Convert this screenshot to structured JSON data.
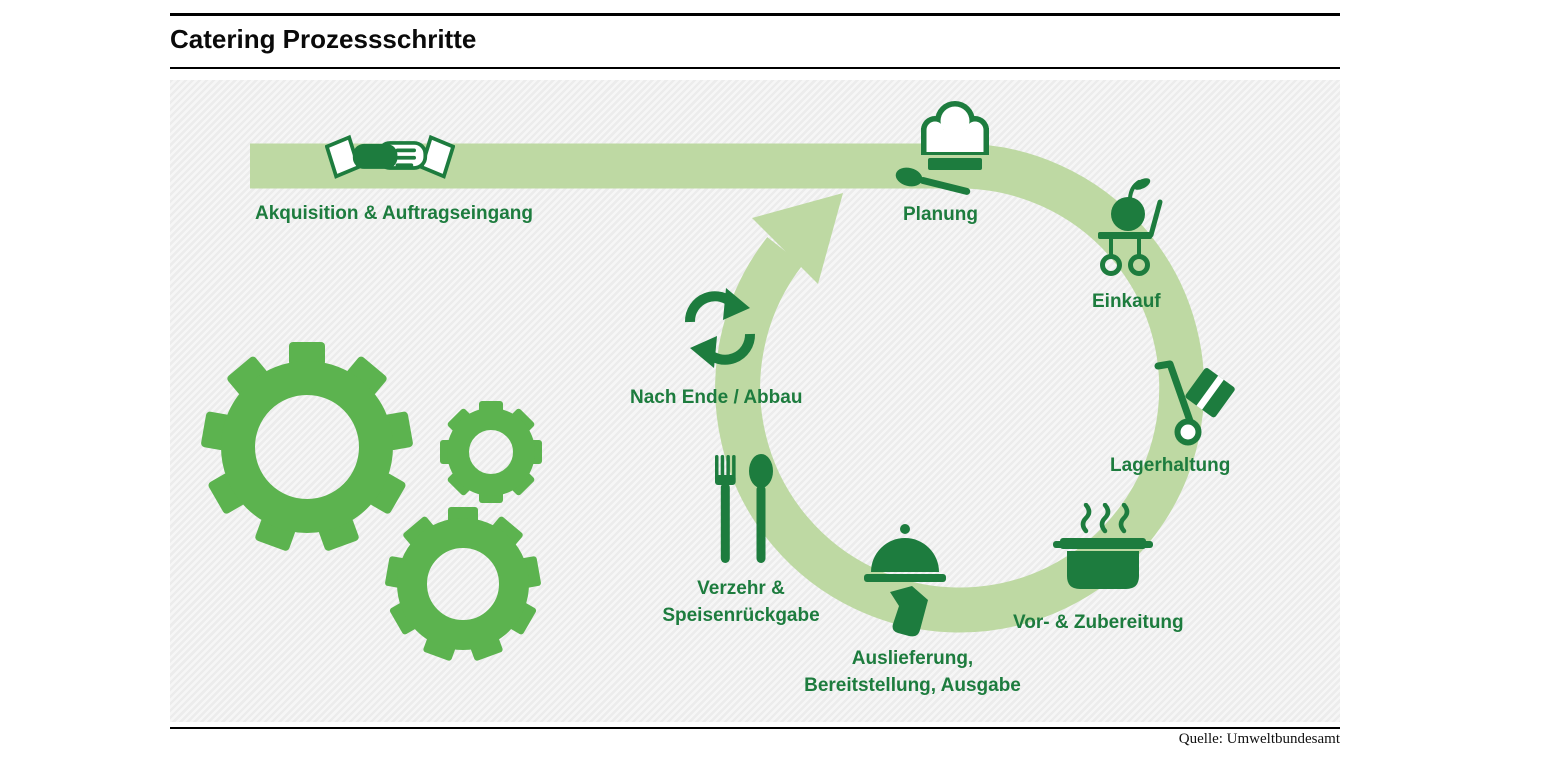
{
  "header": {
    "title": "Catering Prozessschritte"
  },
  "footer": {
    "source": "Quelle: Umweltbundesamt"
  },
  "colors": {
    "accent_dark_green": "#1d7c3e",
    "gear_medium_green": "#5cb34f",
    "flow_band_light_green": "#bed9a3",
    "background_stripe_gray": "#ececec"
  },
  "diagram": {
    "type": "cyclic process flow",
    "entry": {
      "icon": "handshake-icon",
      "label": "Akquisition & Auftragseingang"
    },
    "steps": [
      {
        "icon": "chef-hat-spoon-icon",
        "lines": [
          "Planung"
        ]
      },
      {
        "icon": "cart-apple-icon",
        "lines": [
          "Einkauf"
        ]
      },
      {
        "icon": "hand-truck-icon",
        "lines": [
          "Lagerhaltung"
        ]
      },
      {
        "icon": "cooking-pot-icon",
        "lines": [
          "Vor- & Zubereitung"
        ]
      },
      {
        "icon": "serving-cloche-icon",
        "lines": [
          "Auslieferung,",
          "Bereitstellung, Ausgabe"
        ]
      },
      {
        "icon": "fork-spoon-icon",
        "lines": [
          "Verzehr &",
          "Speisenrückgabe"
        ]
      },
      {
        "icon": "recycle-arrows-icon",
        "lines": [
          "Nach Ende / Abbau"
        ]
      }
    ],
    "decoration": "gears-icon"
  }
}
